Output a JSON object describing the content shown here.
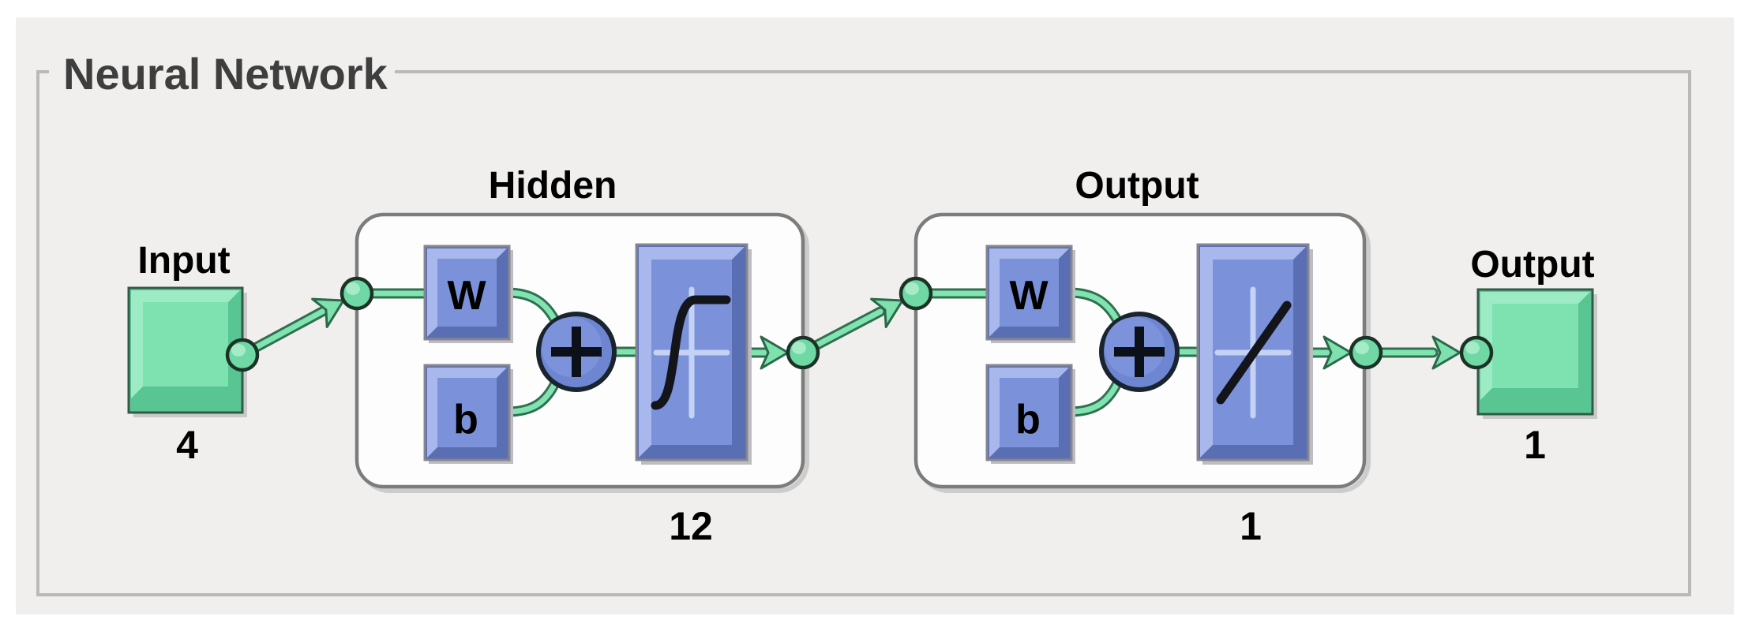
{
  "panel": {
    "title": "Neural Network"
  },
  "network": {
    "input": {
      "label": "Input",
      "size": "4"
    },
    "hidden_layer": {
      "label": "Hidden",
      "size": "12",
      "weight": "W",
      "bias": "b",
      "sum": "+",
      "transfer": "tansig"
    },
    "output_layer": {
      "label": "Output",
      "size": "1",
      "weight": "W",
      "bias": "b",
      "sum": "+",
      "transfer": "purelin"
    },
    "output": {
      "label": "Output",
      "size": "1"
    }
  },
  "colors": {
    "page_bg": "#ffffff",
    "panel_bg": "#f0efee",
    "groupbox_border": "#b9b9b9",
    "title_text": "#3e3e3e",
    "layer_box_fill": "#fdfdfd",
    "layer_box_border": "#7c7c7c",
    "green_main": "#7de2af",
    "green_light": "#9debc5",
    "green_dark": "#58c593",
    "blue_main": "#7b92da",
    "blue_light": "#a8b8ec",
    "blue_dark": "#5a6eb4",
    "sum_circle_fill": "#6e86d1",
    "connector_fill": "#82e3b1",
    "connector_edge": "#2e7050",
    "label_text": "#000000"
  }
}
